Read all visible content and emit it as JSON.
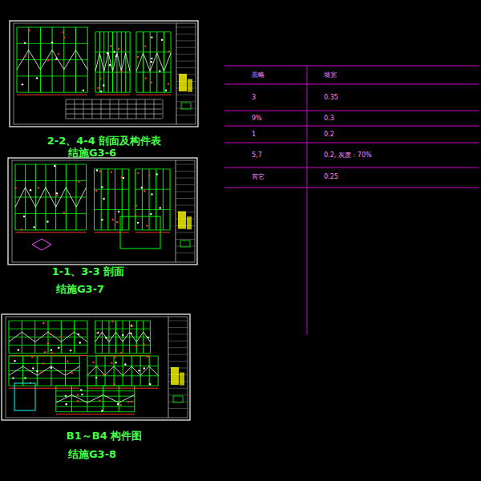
{
  "diagram": {
    "nodes": [
      {
        "text": [
          "2-2、4-4 剖面及构件表",
          "结施G3-6"
        ]
      },
      {
        "text": [
          "1-1、3-3 剖面",
          "结施G3-7"
        ]
      },
      {
        "text": [
          "B1～B4 构件图",
          "结施G3-8"
        ]
      }
    ],
    "labels": [
      "面略",
      "墙宽",
      "3",
      "0.35",
      "9%",
      "0.3",
      "1",
      "0.2",
      "5,7",
      "0.2, 灰度：70%",
      "其它",
      "0.25"
    ]
  }
}
